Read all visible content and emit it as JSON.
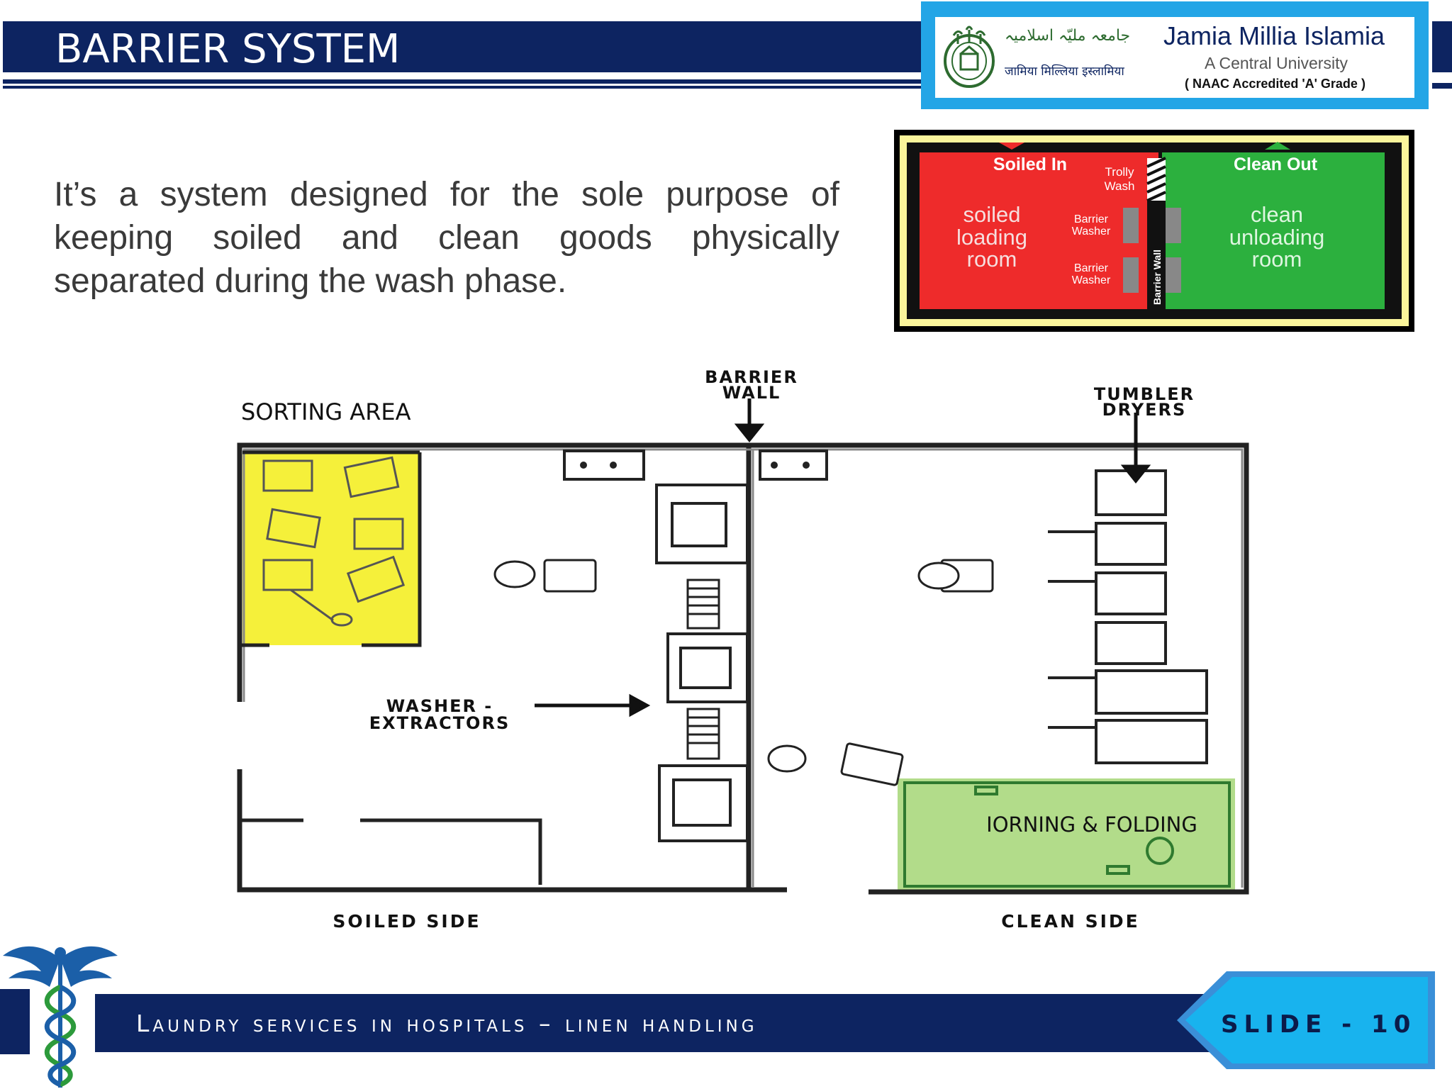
{
  "header": {
    "title": "BARRIER SYSTEM"
  },
  "logo": {
    "name": "Jamia Millia Islamia",
    "subtitle": "A Central University",
    "grade": "( NAAC Accredited 'A' Grade )",
    "urdu_name": "جامعہ ملیّہ اسلامیہ",
    "hindi_name": "जामिया मिल्लिया इस्लामिया"
  },
  "intro": {
    "text": "It’s a system designed for the sole purpose of keeping soiled and clean goods physically separated during the wash phase."
  },
  "mini_diagram": {
    "soiled_in": "Soiled In",
    "clean_out": "Clean Out",
    "soiled_room": [
      "soiled",
      "loading",
      "room"
    ],
    "clean_room": [
      "clean",
      "unloading",
      "room"
    ],
    "trolly_wash": [
      "Trolly",
      "Wash"
    ],
    "barrier_washer_1": [
      "Barrier",
      "Washer"
    ],
    "barrier_washer_2": [
      "Barrier",
      "Washer"
    ],
    "barrier_wall": "Barrier Wall",
    "colors": {
      "soiled": "#ee2b2b",
      "clean": "#2cb03e",
      "frame": "#fbf59b"
    }
  },
  "floor_plan": {
    "sorting_area": "SORTING AREA",
    "barrier_wall": [
      "BARRIER",
      "WALL"
    ],
    "tumbler_dryers": [
      "TUMBLER",
      "DRYERS"
    ],
    "washer_extractors": [
      "WASHER -",
      "EXTRACTORS"
    ],
    "ironing_folding": "IORNING & FOLDING",
    "soiled_side": "SOILED SIDE",
    "clean_side": "CLEAN SIDE",
    "colors": {
      "sorting": "#f5f03a",
      "ironing": "#b2dc8a"
    }
  },
  "footer": {
    "title": "Laundry services in hospitals – linen handling",
    "slide": "SLIDE - 10"
  },
  "icons": [
    "caduceus-icon",
    "university-seal-icon"
  ]
}
